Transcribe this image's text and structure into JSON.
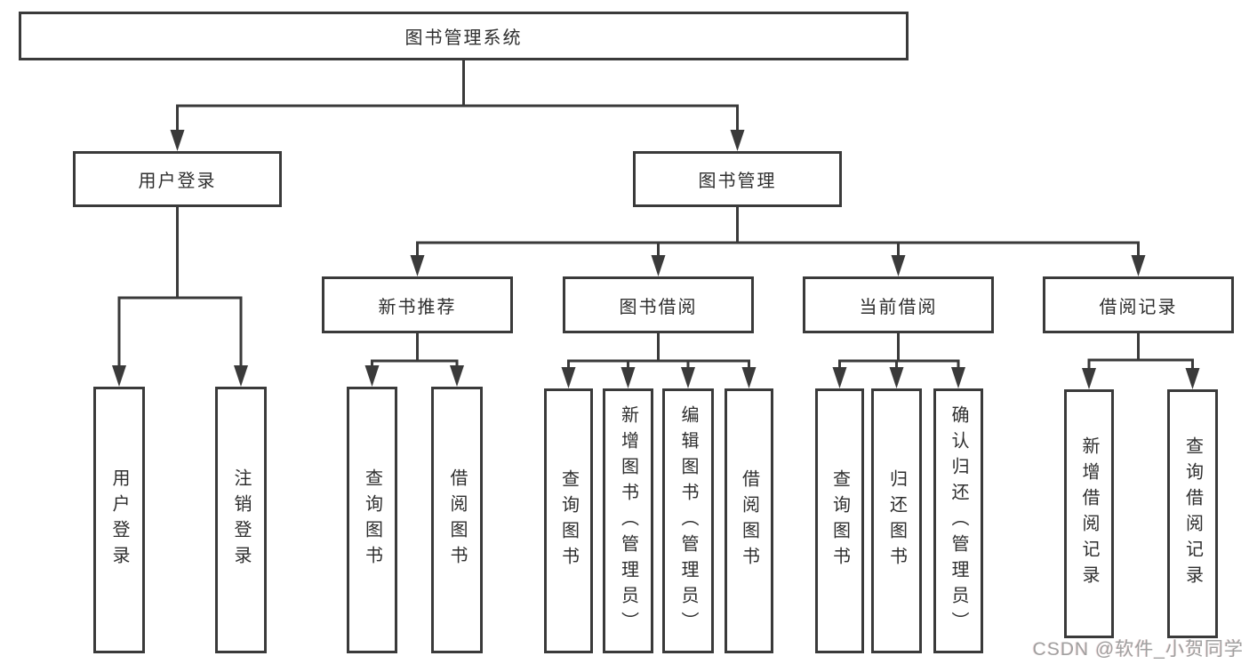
{
  "nodes": {
    "root": "图书管理系统",
    "login": "用户登录",
    "mgmt": "图书管理",
    "newbook": "新书推荐",
    "borrow": "图书借阅",
    "current": "当前借阅",
    "records": "借阅记录",
    "user_login": "用户登录",
    "logout": "注销登录",
    "nb_query": "查询图书",
    "nb_borrow": "借阅图书",
    "bw_query": "查询图书",
    "bw_add": "新增图书（管理员）",
    "bw_edit": "编辑图书（管理员）",
    "bw_borrow": "借阅图书",
    "cur_query": "查询图书",
    "cur_return": "归还图书",
    "cur_confirm": "确认归还（管理员）",
    "rec_add": "新增借阅记录",
    "rec_query": "查询借阅记录"
  },
  "watermark": "CSDN @软件_小贺同学",
  "colors": {
    "line": "#3a3a3a",
    "text": "#2e2e2e",
    "watermark": "#a0a0a0",
    "background": "#ffffff"
  }
}
